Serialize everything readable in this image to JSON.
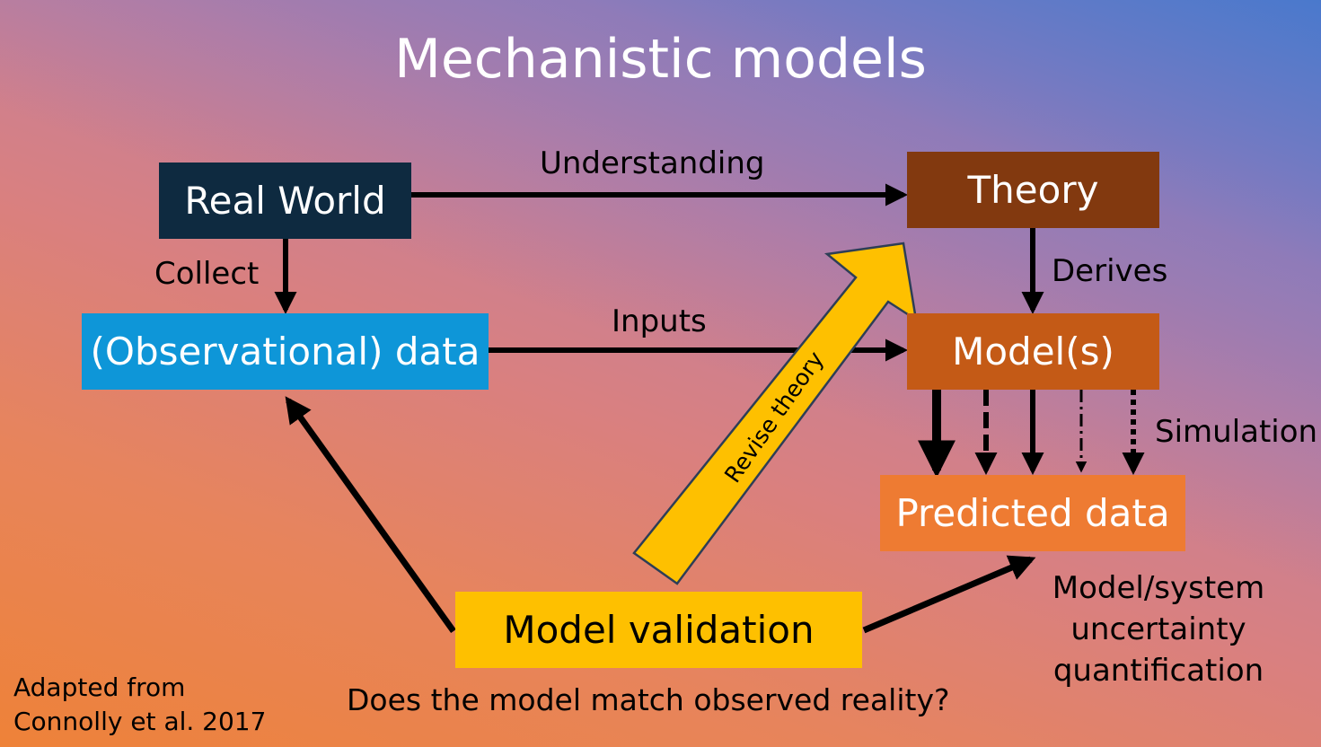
{
  "title": "Mechanistic models",
  "boxes": {
    "real_world": "Real World",
    "observational_data": "(Observational) data",
    "theory": "Theory",
    "models": "Model(s)",
    "predicted_data": "Predicted data",
    "model_validation": "Model validation"
  },
  "labels": {
    "understanding": "Understanding",
    "collect": "Collect",
    "inputs": "Inputs",
    "derives": "Derives",
    "simulation": "Simulation",
    "revise_theory": "Revise theory",
    "uncertainty": "Model/system uncertainty quantification",
    "question": "Does the model match observed reality?",
    "credit_line1": "Adapted from",
    "credit_line2": "Connolly et al. 2017"
  },
  "colors": {
    "real_world": "#0e2a40",
    "observational_data": "#0e96d8",
    "theory": "#82390f",
    "models": "#c45a16",
    "predicted_data": "#ee7b32",
    "model_validation": "#fec000"
  }
}
